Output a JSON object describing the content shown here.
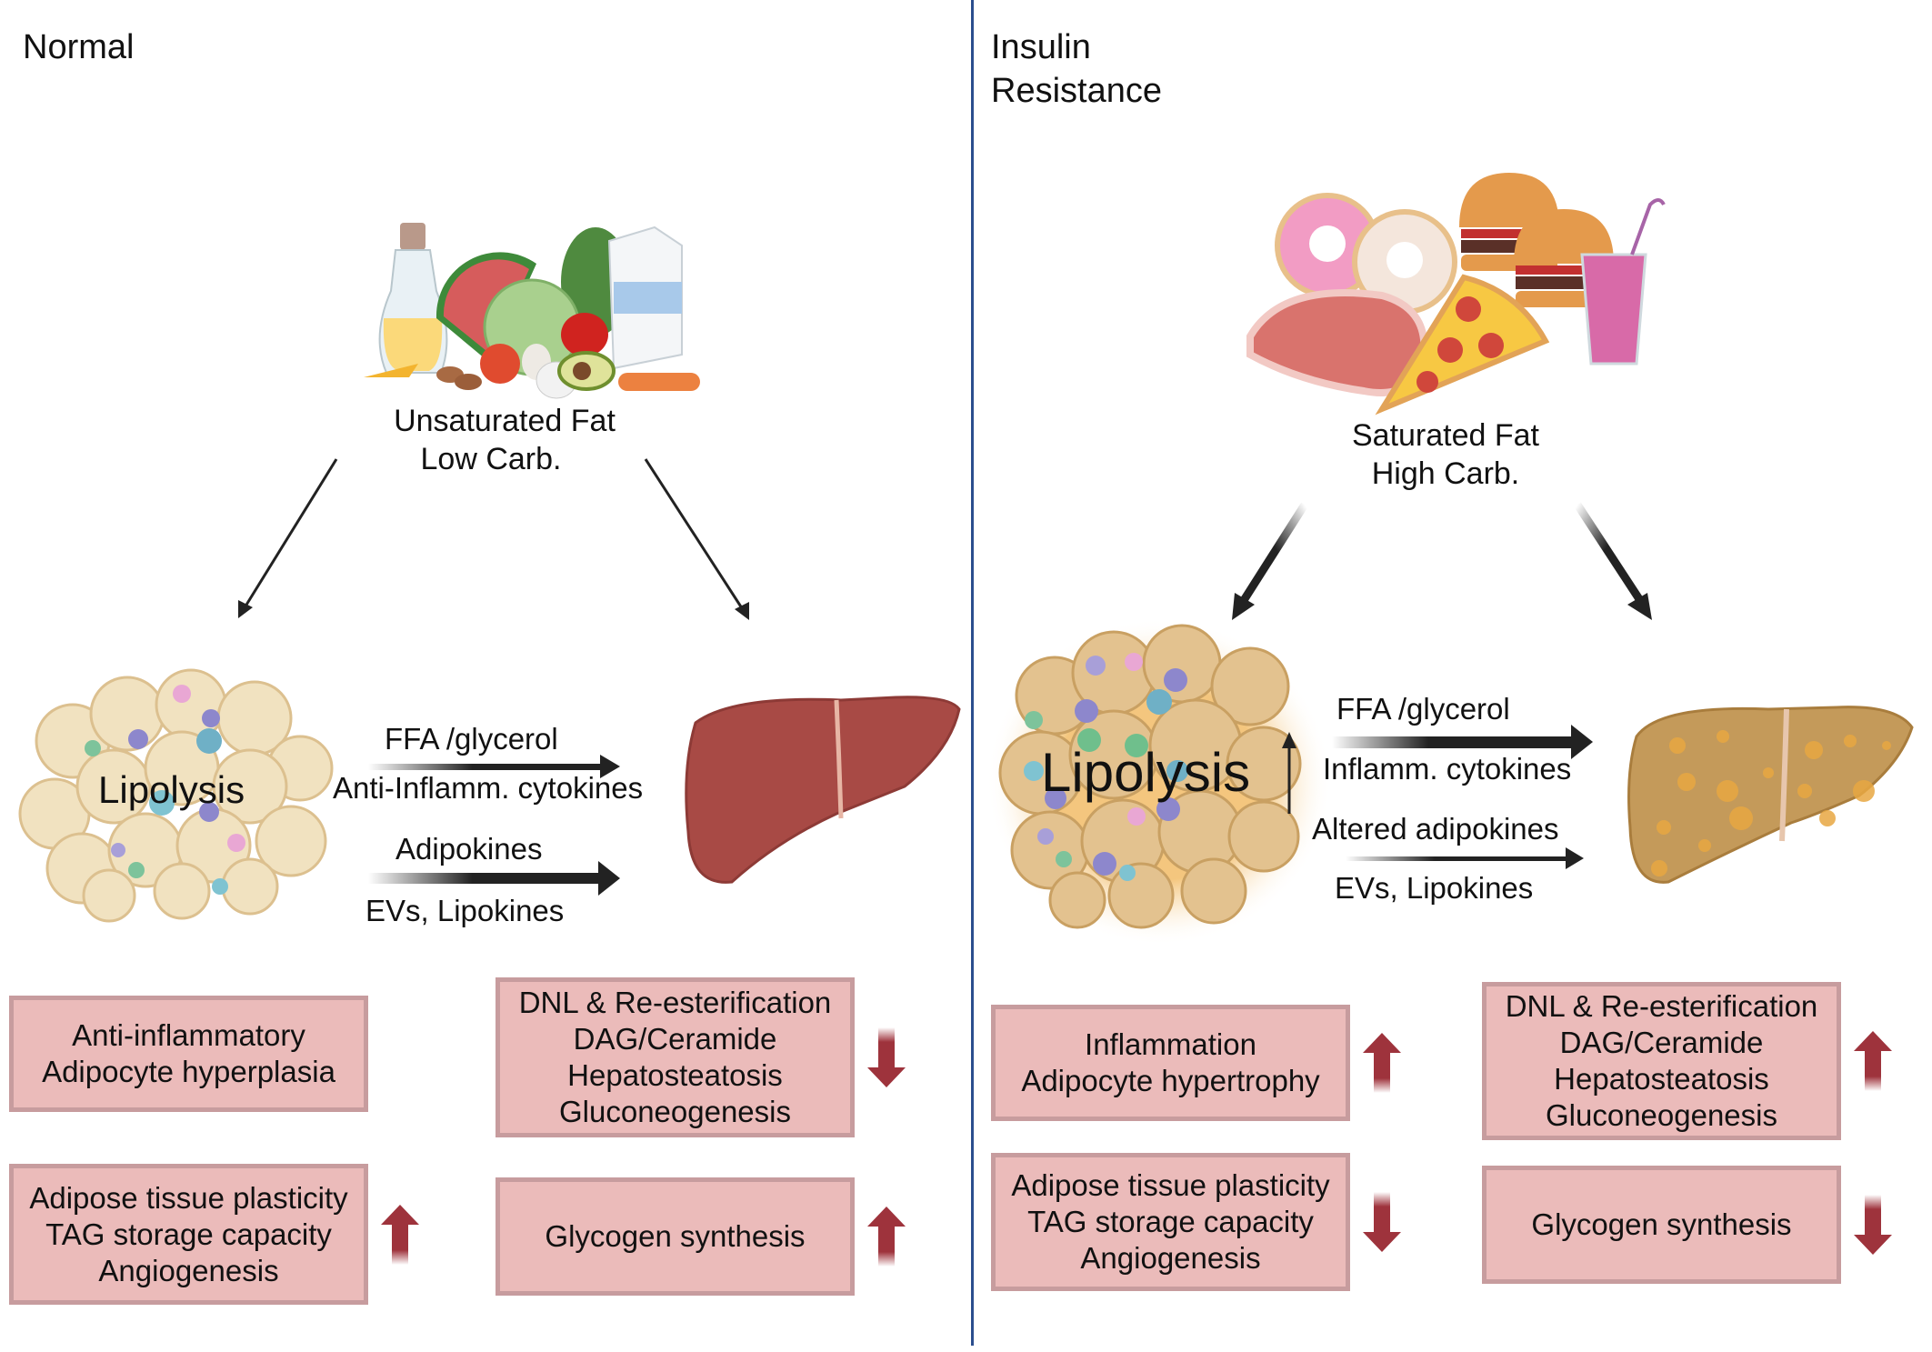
{
  "panels": {
    "normal": {
      "title": "Normal",
      "diet_label_line1": "Unsaturated Fat",
      "diet_label_line2": "Low Carb.",
      "diet_icons": [
        "olive-oil-bottle",
        "watermelon",
        "cabbage",
        "leafy-greens",
        "milk-carton",
        "bell-pepper",
        "apple",
        "garlic",
        "egg",
        "avocado",
        "almonds",
        "carrot",
        "salmon"
      ],
      "adipose_label": "Lipolysis",
      "flows": {
        "upper_top": "FFA  /glycerol",
        "upper_bottom": "Anti-Inflamm. cytokines",
        "lower_top": "Adipokines",
        "lower_bottom": "EVs, Lipokines"
      },
      "liver_state": "healthy",
      "boxes": [
        {
          "id": "adipose-1",
          "lines": [
            "Anti-inflammatory",
            "Adipocyte hyperplasia"
          ],
          "trend": "none"
        },
        {
          "id": "liver-1",
          "lines": [
            "DNL &  Re-esterification",
            "DAG/Ceramide",
            "Hepatosteatosis",
            "Gluconeogenesis"
          ],
          "trend": "down"
        },
        {
          "id": "adipose-2",
          "lines": [
            "Adipose tissue plasticity",
            "TAG storage capacity",
            "Angiogenesis"
          ],
          "trend": "up"
        },
        {
          "id": "liver-2",
          "lines": [
            "Glycogen synthesis"
          ],
          "trend": "up"
        }
      ]
    },
    "insulin_resistance": {
      "title_line1": "Insulin",
      "title_line2": "Resistance",
      "diet_label_line1": "Saturated Fat",
      "diet_label_line2": "High Carb.",
      "diet_icons": [
        "pink-donut",
        "glazed-donut",
        "burger",
        "burger",
        "steak",
        "pepperoni-pizza",
        "smoothie"
      ],
      "adipose_label": "Lipolysis",
      "adipose_trend": "up",
      "flows": {
        "upper_top": "FFA  /glycerol",
        "upper_bottom": "Inflamm. cytokines",
        "lower_top": "Altered adipokines",
        "lower_bottom": "EVs, Lipokines"
      },
      "liver_state": "fatty",
      "boxes": [
        {
          "id": "adipose-1",
          "lines": [
            "Inflammation",
            "Adipocyte hypertrophy"
          ],
          "trend": "up"
        },
        {
          "id": "liver-1",
          "lines": [
            "DNL & Re-esterification",
            "DAG/Ceramide",
            "Hepatosteatosis",
            "Gluconeogenesis"
          ],
          "trend": "up"
        },
        {
          "id": "adipose-2",
          "lines": [
            "Adipose tissue plasticity",
            "TAG storage capacity",
            "Angiogenesis"
          ],
          "trend": "down"
        },
        {
          "id": "liver-2",
          "lines": [
            "Glycogen synthesis"
          ],
          "trend": "down"
        }
      ]
    }
  },
  "colors": {
    "divider": "#2b4e8e",
    "box_fill": "#ebbbba",
    "box_border": "#c79c9e",
    "trend_arrow": "#9e333c",
    "healthy_liver": "#a84a45",
    "fatty_liver": "#c49a5a",
    "adipocyte": "#ecd9b0"
  }
}
